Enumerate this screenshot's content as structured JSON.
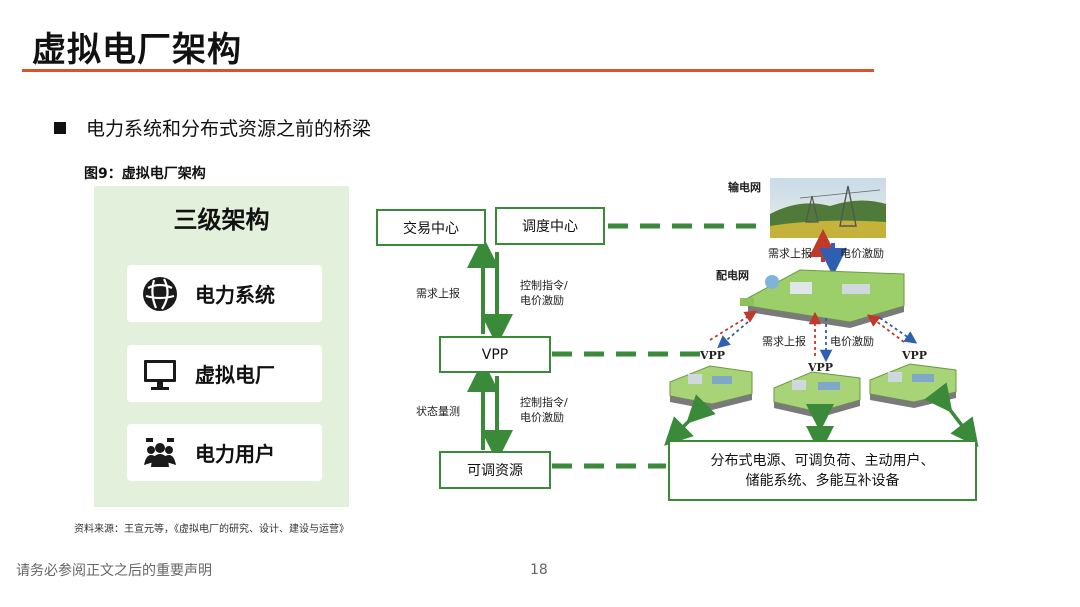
{
  "page": {
    "title": "虚拟电厂架构",
    "bullet": "电力系统和分布式资源之前的桥梁",
    "figure_label": "图9：虚拟电厂架构",
    "source": "资料来源：王宣元等，《虚拟电厂的研究、设计、建设与运营》",
    "disclaimer": "请务必参阅正文之后的重要声明",
    "page_number": "18"
  },
  "panel": {
    "title": "三级架构",
    "items": [
      {
        "label": "电力系统",
        "icon": "globe-icon"
      },
      {
        "label": "虚拟电厂",
        "icon": "monitor-icon"
      },
      {
        "label": "电力用户",
        "icon": "users-icon"
      }
    ]
  },
  "diagram": {
    "trade_center": "交易中心",
    "dispatch_center": "调度中心",
    "vpp": "VPP",
    "adjustable": "可调资源",
    "up_report_1": "需求上报",
    "control_1a": "控制指令/",
    "control_1b": "电价激励",
    "status": "状态量测",
    "control_2a": "控制指令/",
    "control_2b": "电价激励",
    "transmission": "输电网",
    "distribution": "配电网",
    "up_report_2": "需求上报",
    "price_incentive_2": "电价激励",
    "up_report_3": "需求上报",
    "price_incentive_3": "电价激励",
    "vpp_a": "VPP",
    "vpp_b": "VPP",
    "vpp_c": "VPP",
    "resources_line1": "分布式电源、可调负荷、主动用户、",
    "resources_line2": "储能系统、多能互补设备"
  },
  "colors": {
    "accent": "#d9532b",
    "green": "#3a8a3a",
    "panel_bg": "#e3f0dc",
    "red_arrow": "#c0392b",
    "blue_arrow": "#2e5fb0"
  }
}
